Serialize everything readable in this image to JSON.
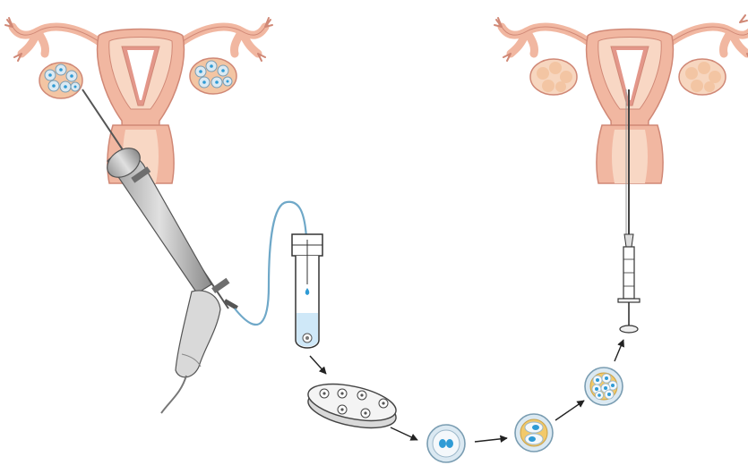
{
  "figure": {
    "subject": "ivf-procedure",
    "stages": [
      {
        "id": "oocyte-retrieval",
        "icon": "transvaginal-probe-needle-icon"
      },
      {
        "id": "collection-tube",
        "icon": "test-tube-icon"
      },
      {
        "id": "culture-dish",
        "icon": "petri-dish-icon"
      },
      {
        "id": "fertilized-egg",
        "icon": "zygote-icon"
      },
      {
        "id": "two-cell-embryo",
        "icon": "embryo-2cell-icon"
      },
      {
        "id": "multi-cell-embryo",
        "icon": "embryo-8cell-icon"
      },
      {
        "id": "embryo-transfer",
        "icon": "syringe-catheter-icon"
      }
    ]
  },
  "colors": {
    "tissue_light": "#f8d7c4",
    "tissue_mid": "#f1b7a1",
    "tissue_dark": "#e3978a",
    "outline": "#d08876",
    "cavity": "#ffffff",
    "follicle": "#dbe9f2",
    "nucleus_blue": "#2f9bd5",
    "fluid_blue": "#cfe8f8",
    "probe_gray": "#bdbdbd",
    "probe_dark": "#7a7a7a",
    "tube_blue": "#6fa8c8",
    "ovary_rest": "#f7d6bf",
    "ovary_rest_follicle": "#f3c5a3",
    "embryo_yellow": "#f2c96a"
  }
}
